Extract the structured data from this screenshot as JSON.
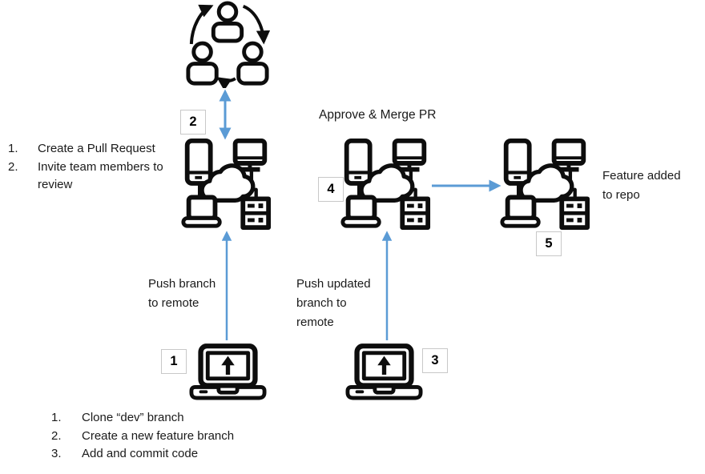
{
  "colors": {
    "arrow": "#5b9bd5",
    "ink": "#0d0d0d",
    "badge_border": "#c8c8c8"
  },
  "icons": {
    "team": "team-review-cycle-icon",
    "remote_repo": "remote-repo-network-icon",
    "laptop_push": "laptop-upload-icon"
  },
  "badges": {
    "1": "1",
    "2": "2",
    "3": "3",
    "4": "4",
    "5": "5"
  },
  "labels": {
    "approve_merge": "Approve & Merge PR",
    "push_branch": "Push branch\nto remote",
    "push_updated": "Push updated\nbranch to\nremote",
    "feature_added": "Feature added\nto repo"
  },
  "pr_steps": [
    {
      "num": "1.",
      "text": "Create a Pull Request"
    },
    {
      "num": "2.",
      "text": "Invite team members to review"
    }
  ],
  "local_steps": [
    {
      "num": "1.",
      "text": "Clone “dev” branch"
    },
    {
      "num": "2.",
      "text": "Create a new feature branch"
    },
    {
      "num": "3.",
      "text": "Add and commit code"
    }
  ]
}
